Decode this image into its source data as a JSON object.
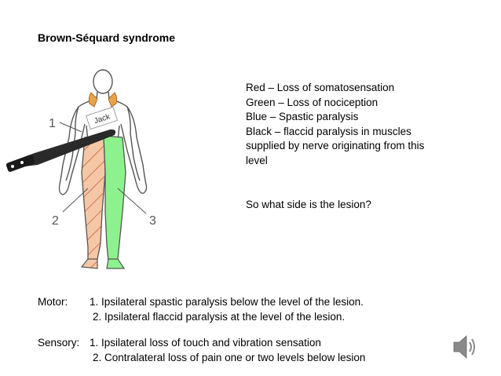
{
  "title": "Brown-Séquard syndrome",
  "figure": {
    "label_1": "1",
    "label_2": "2",
    "label_3": "3",
    "knife_label": "Jack"
  },
  "legend": {
    "red": "Red – Loss of somatosensation",
    "green": "Green – Loss of nociception",
    "blue": "Blue – Spastic paralysis",
    "black": "Black – flaccid paralysis in muscles supplied by nerve originating from this level",
    "question": "So what side is the lesion?"
  },
  "motor": {
    "label": "Motor:",
    "line1": "1. Ipsilateral spastic paralysis below the level of the lesion.",
    "line2": "2. Ipsilateral flaccid paralysis at the level of the lesion."
  },
  "sensory": {
    "label": "Sensory:",
    "line1": "1. Ipsilateral loss of touch and vibration sensation",
    "line2": "2. Contralateral loss of pain one or two levels below lesion"
  },
  "colors": {
    "hatch_fill": "#f6c7a6",
    "hatch_line": "#c0562a",
    "green_fill": "#8df28d",
    "orange_band": "#e8a34a",
    "knife": "#2a2a2a",
    "speaker": "#8a8a8a"
  }
}
